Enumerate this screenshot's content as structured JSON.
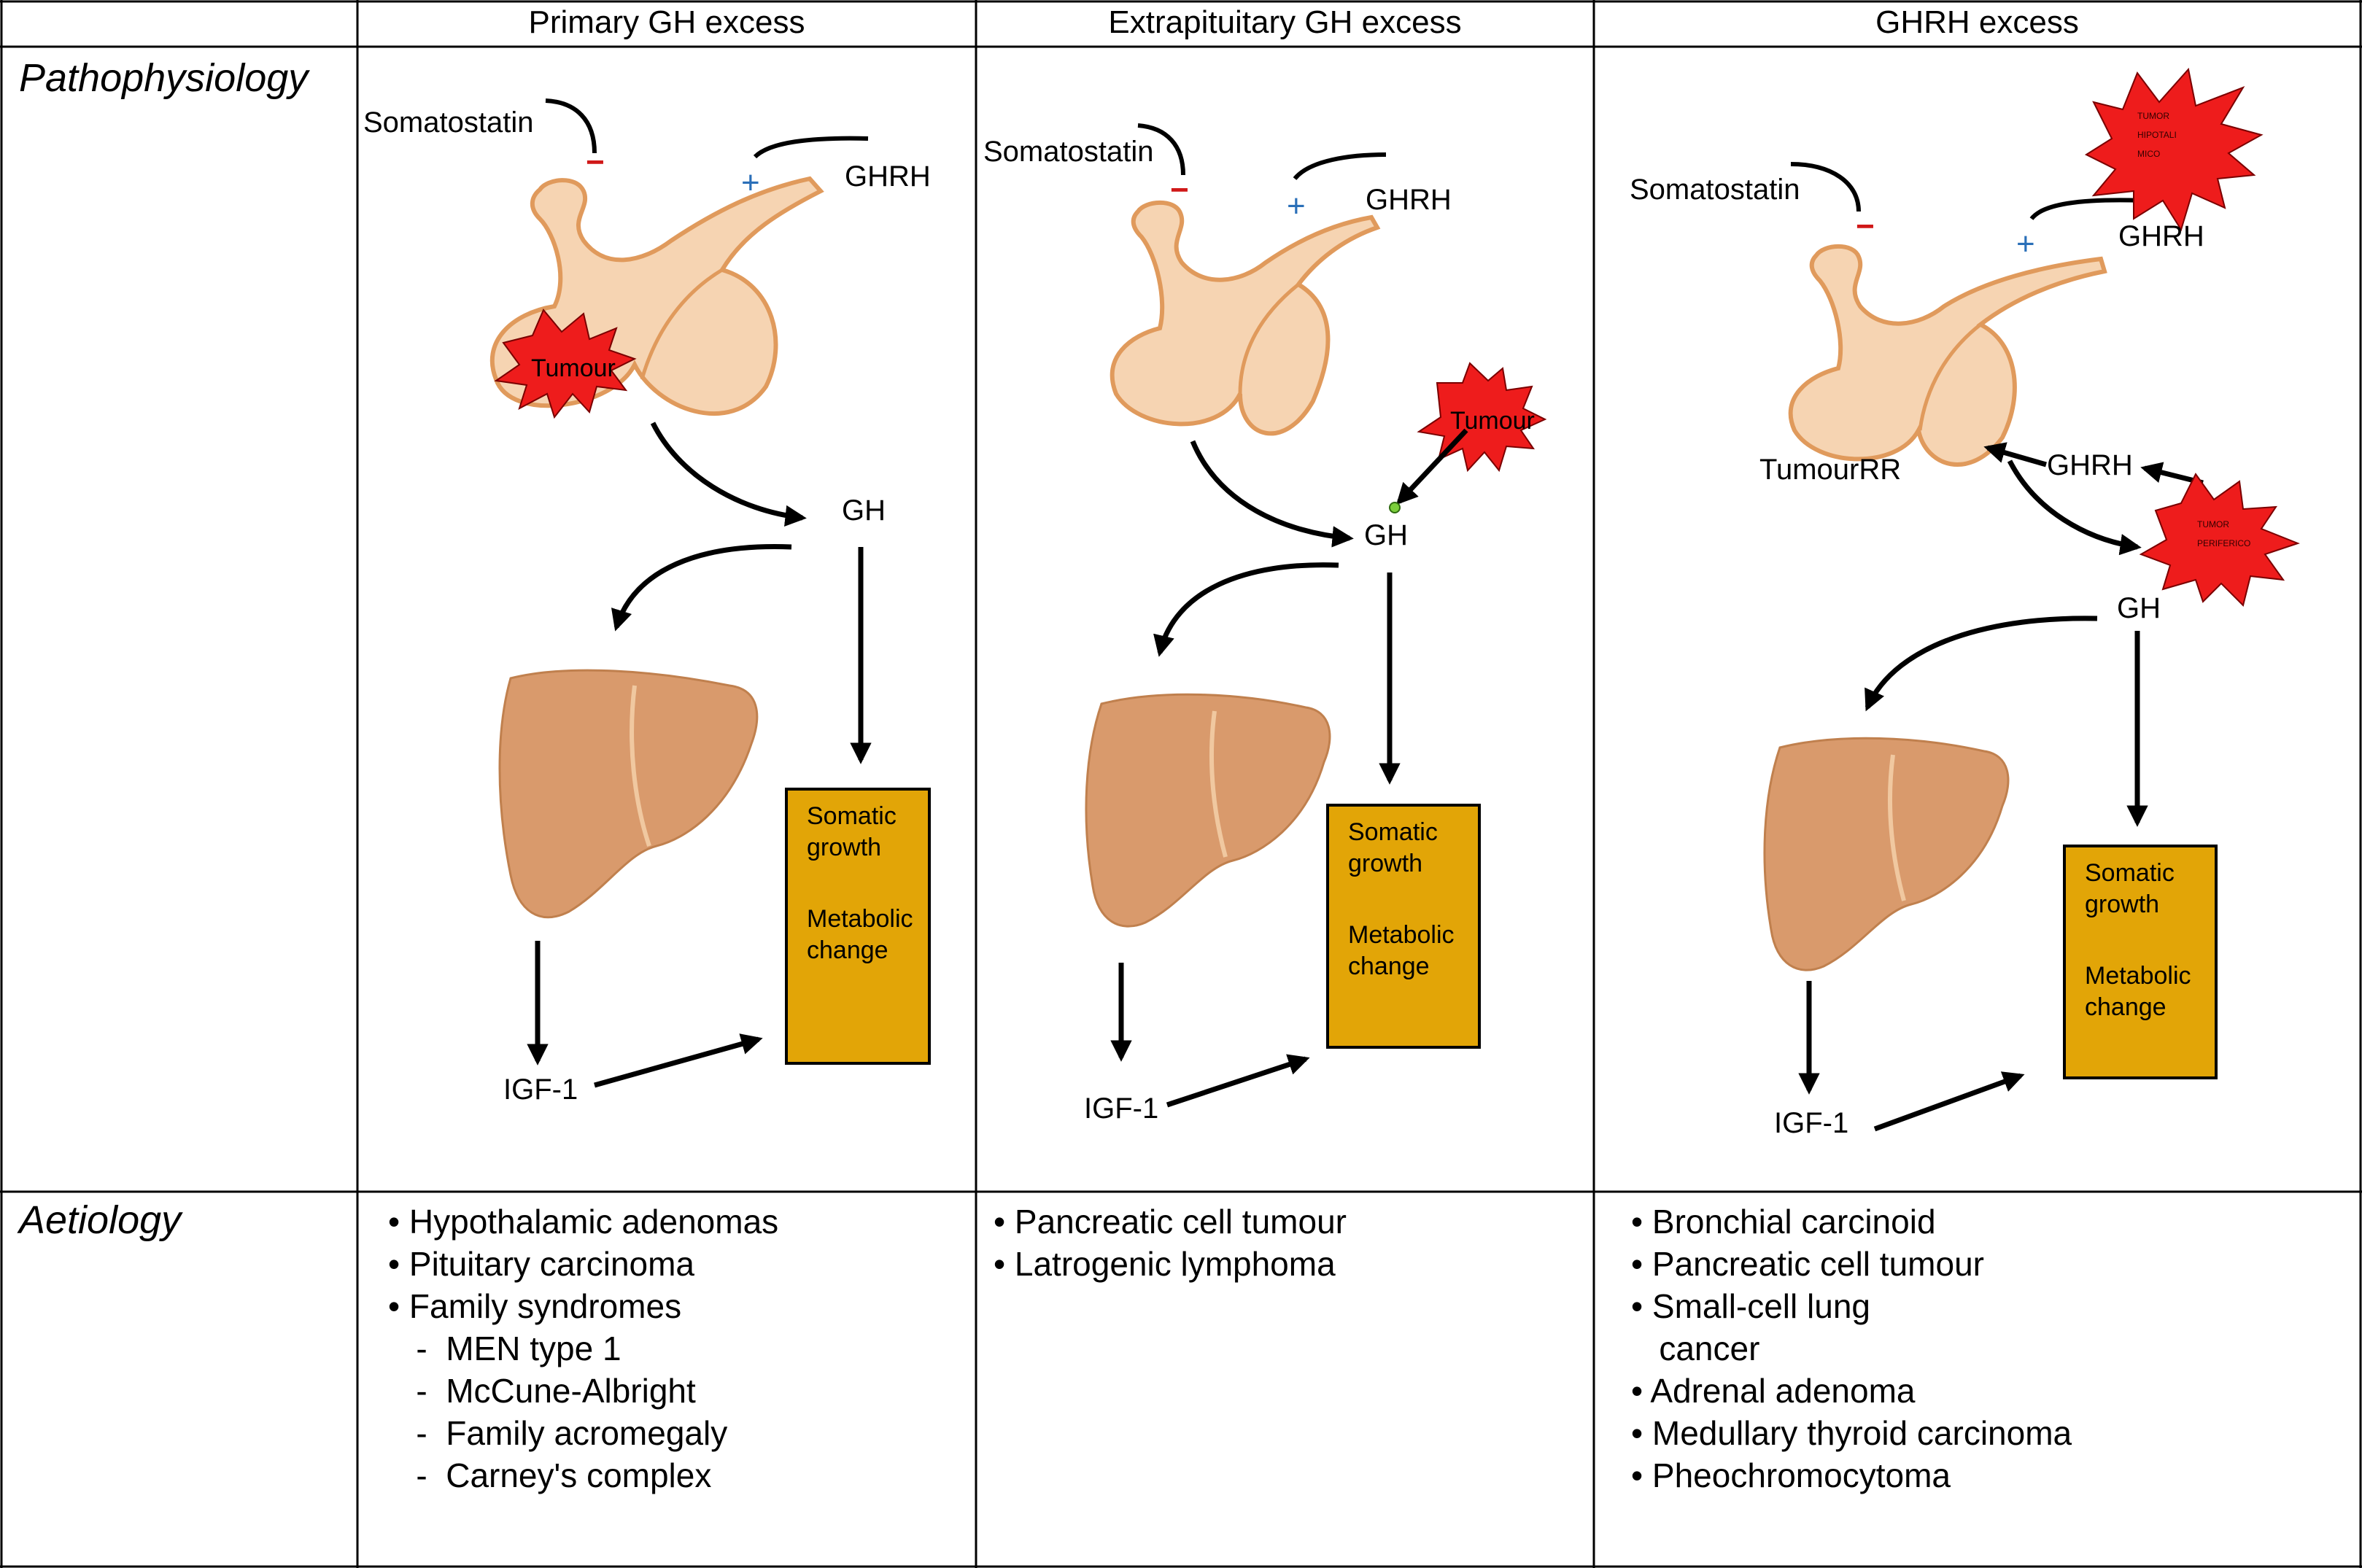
{
  "columns": {
    "primary": "Primary GH excess",
    "extrapituitary": "Extrapituitary GH excess",
    "ghrh": "GHRH excess"
  },
  "rows": {
    "pathophysiology": "Pathophysiology",
    "aetiology": "Aetiology"
  },
  "panel_primary": {
    "somatostatin": "Somatostatin",
    "minus": "−",
    "plus": "+",
    "ghrh": "GHRH",
    "tumour": "Tumour",
    "gh": "GH",
    "igf1": "IGF-1",
    "box_line1": "Somatic",
    "box_line2": "growth",
    "box_line3": "Metabolic",
    "box_line4": "change"
  },
  "panel_extrapituitary": {
    "somatostatin": "Somatostatin",
    "minus": "−",
    "plus": "+",
    "ghrh": "GHRH",
    "tumour": "Tumour",
    "gh": "GH",
    "igf1": "IGF-1",
    "box_line1": "Somatic",
    "box_line2": "growth",
    "box_line3": "Metabolic",
    "box_line4": "change"
  },
  "panel_ghrh": {
    "somatostatin": "Somatostatin",
    "minus": "−",
    "plus": "+",
    "ghrh_top": "GHRH",
    "tumour_top_line1": "TUMOR",
    "tumour_top_line2": "HIPOTALI",
    "tumour_top_line3": "MICO",
    "tumour_rr": "TumourRR",
    "ghrh_mid": "GHRH",
    "tumour_mid_line1": "TUMOR",
    "tumour_mid_line2": "PERIFERICO",
    "gh": "GH",
    "igf1": "IGF-1",
    "box_line1": "Somatic",
    "box_line2": "growth",
    "box_line3": "Metabolic",
    "box_line4": "change"
  },
  "aetiology": {
    "primary": [
      "• Hypothalamic adenomas",
      "• Pituitary carcinoma",
      "• Family syndromes",
      "   -  MEN type 1",
      "   -  McCune-Albright",
      "   -  Family acromegaly",
      "   -  Carney's complex"
    ],
    "extrapituitary": [
      "• Pancreatic cell tumour",
      "• Latrogenic lymphoma"
    ],
    "ghrh": [
      "• Bronchial carcinoid",
      "• Pancreatic cell tumour",
      "• Small-cell lung",
      "   cancer",
      "• Adrenal adenoma",
      "• Medullary thyroid carcinoma",
      "• Pheochromocytoma"
    ]
  },
  "colors": {
    "box": "#e2a507",
    "tumour": "#ee1c1c",
    "pituitary": "#f6d4b2",
    "liver": "#d99a6c",
    "minus": "#d01818",
    "plus": "#2a6fb8"
  }
}
